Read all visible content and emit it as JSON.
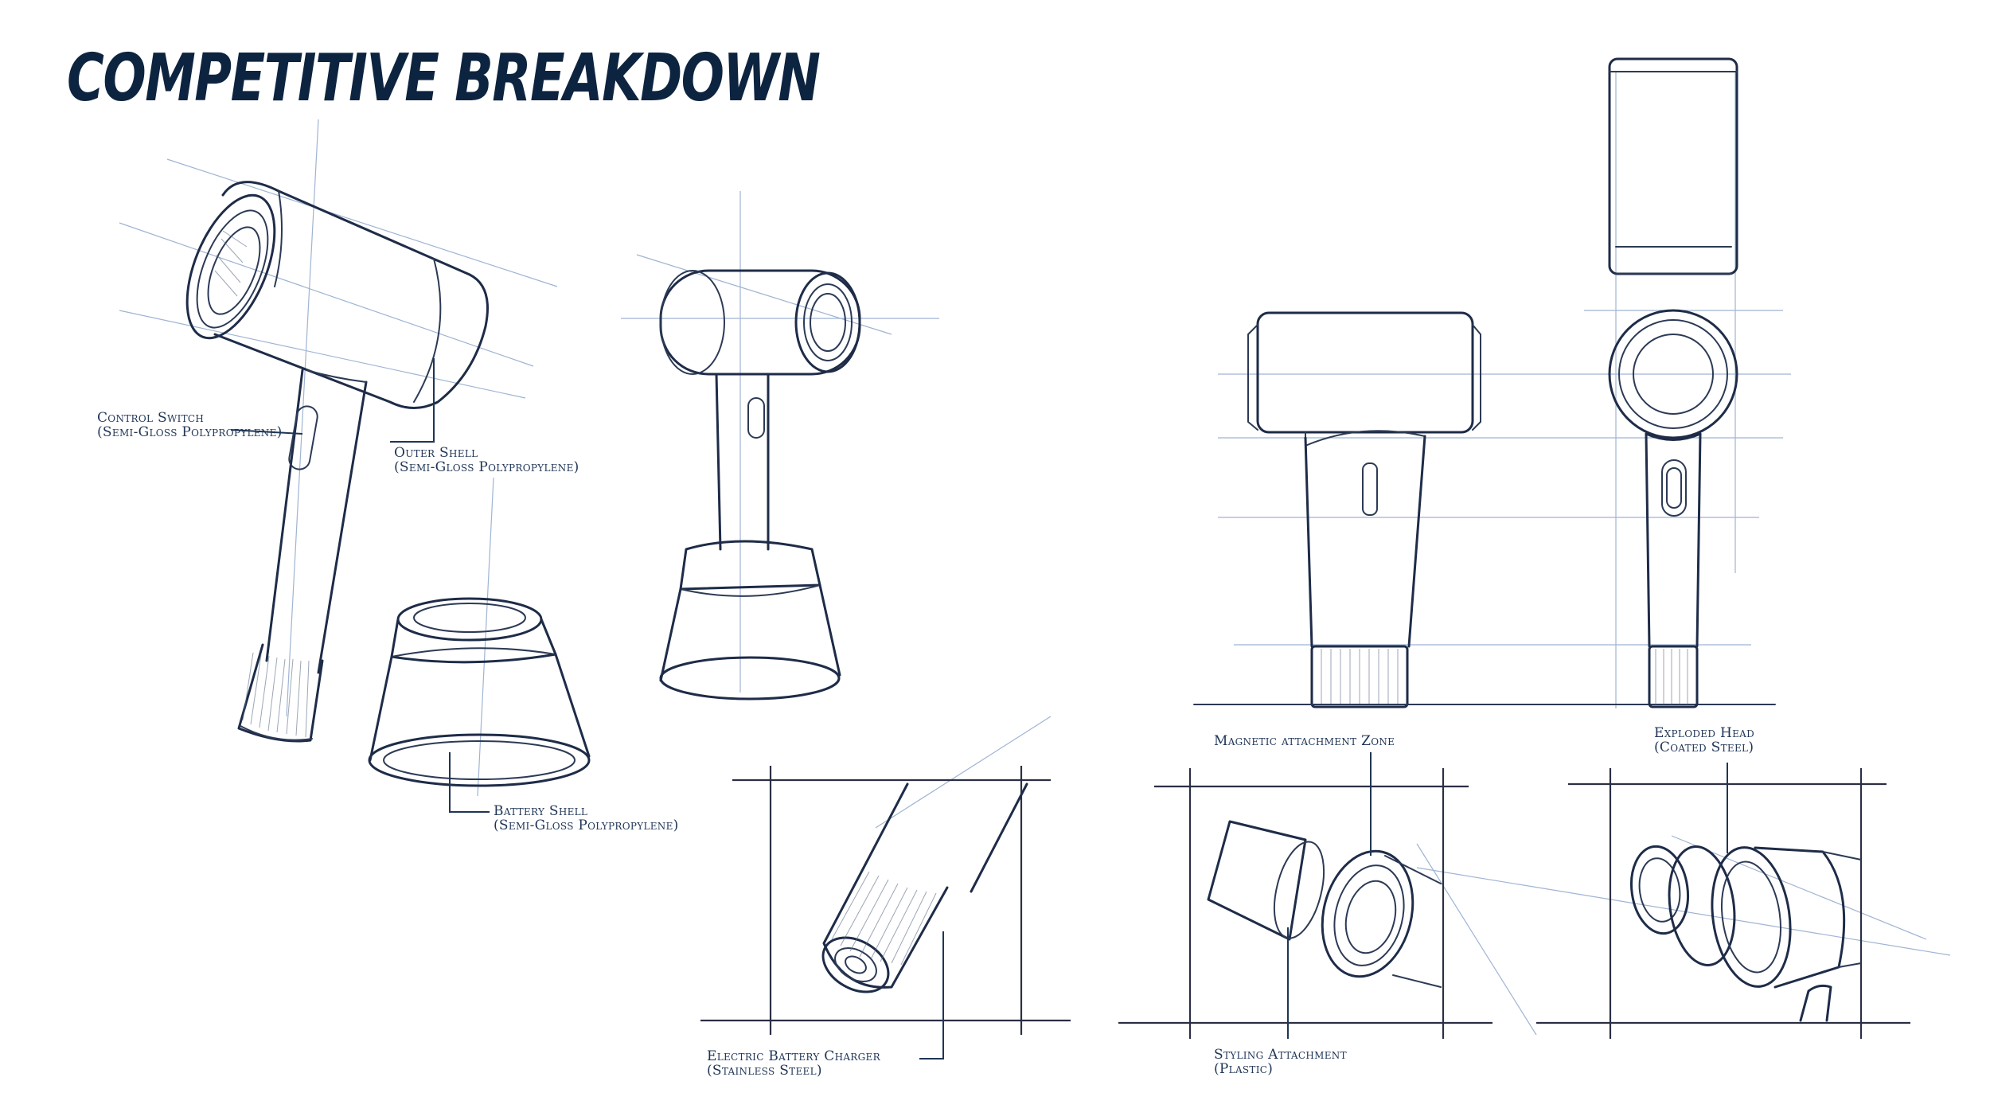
{
  "title": "COMPETITIVE BREAKDOWN",
  "callouts": {
    "control_switch": {
      "line1": "Control Switch",
      "line2": "(Semi-Gloss Polypropylene)"
    },
    "outer_shell": {
      "line1": "Outer Shell",
      "line2": "(Semi-Gloss Polypropylene)"
    },
    "battery_shell": {
      "line1": "Battery Shell",
      "line2": "(Semi-Gloss Polypropylene)"
    },
    "battery_charger": {
      "line1": "Electric Battery Charger",
      "line2": "(Stainless Steel)"
    },
    "magnetic_zone": {
      "line1": "Magnetic attachment Zone"
    },
    "styling_attachment": {
      "line1": "Styling Attachment",
      "line2": "(Plastic)"
    },
    "exploded_head": {
      "line1": "Exploded Head",
      "line2": "(Coated Steel)"
    }
  },
  "colors": {
    "title": "#0d2440",
    "ink": "#2c3a55",
    "construction": "#9fb4d3",
    "frame": "#2a2f44"
  }
}
